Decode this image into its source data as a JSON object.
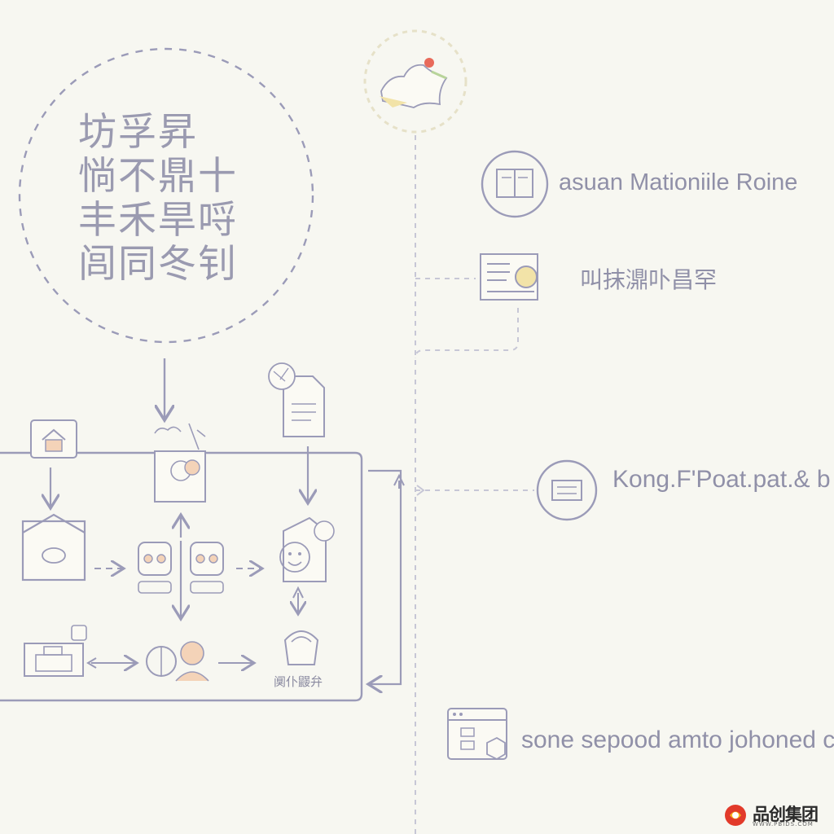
{
  "title_block": {
    "text": "坊孚昇\n惝不鼎十\n丰禾旱哷\n闾同冬钊"
  },
  "right_items": [
    {
      "label": "asuan Mationiile Roine",
      "icon": "book-icon"
    },
    {
      "label": "叫抹濎卟昌罕",
      "icon": "document-avatar-icon"
    },
    {
      "label": "Kong.F'Poat.pat.& b",
      "icon": "keyboard-icon"
    },
    {
      "label": "sone sepood amto johoned c",
      "icon": "browser-window-icon"
    }
  ],
  "diagram": {
    "bottom_label": "阒仆鼹弁"
  },
  "brand": {
    "name": "品创集团",
    "sub": "WWW.PBIDS.COM"
  },
  "colors": {
    "background": "#f7f7f1",
    "line": "#9b9bb8",
    "text": "#8a8aa3",
    "accent_red": "#e86a5a",
    "accent_yellow": "#f2e3a8",
    "accent_skin": "#f4d3b8"
  }
}
